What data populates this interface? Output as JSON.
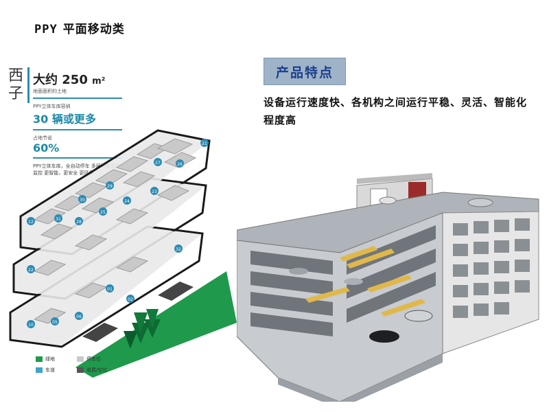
{
  "page": {
    "title_code": "PPY",
    "title_cn": "平面移动类"
  },
  "infographic": {
    "side_label": "西子",
    "area_value": "大约 250",
    "area_unit": "m²",
    "area_note": "地面面积的土地",
    "capacity_label": "PPY立体车库容纳",
    "capacity_value": "30 辆或更多",
    "saving_label": "占地节省",
    "saving_value": "60%",
    "description": "PPY立体车库，全自动停车 多层可变实时监控 更智能，更安全 更环保",
    "slot_numbers": [
      "12",
      "31",
      "28",
      "30",
      "29",
      "27",
      "21",
      "22",
      "23",
      "24",
      "25",
      "26",
      "10",
      "05",
      "06",
      "02",
      "01",
      "32"
    ],
    "legend": [
      {
        "label": "绿地",
        "color": "#1f9a4c"
      },
      {
        "label": "停车位",
        "color": "#c9c9c9"
      },
      {
        "label": "车道",
        "color": "#3aa5c9"
      },
      {
        "label": "收费/空位",
        "color": "#555555"
      }
    ]
  },
  "features": {
    "badge": "产品特点",
    "text": "设备运行速度快、各机构之间运行平稳、灵活、智能化程度高"
  },
  "colors": {
    "badge_bg": "#9fb3c8",
    "badge_text": "#1c3f8c",
    "accent": "#2c8bb3",
    "grass": "#1f9a4c"
  }
}
